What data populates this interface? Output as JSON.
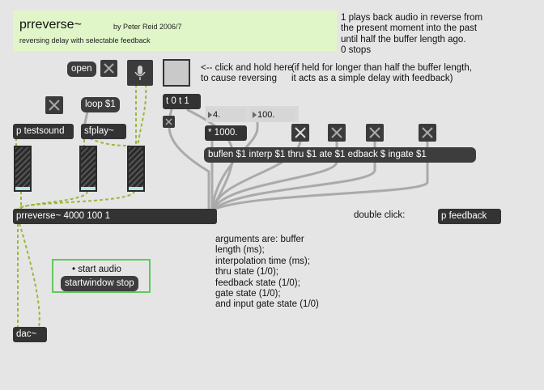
{
  "header": {
    "title": "prreverse~",
    "author": "by Peter Reid 2006/7",
    "subtitle": "reversing delay with selectable feedback"
  },
  "notes": {
    "playback_info": "1 plays back audio in reverse from\nthe present moment into the past\nuntil half the buffer length ago.\n0 stops",
    "click_hint": "<-- click and hold here\nto cause reversing",
    "held_hint": "(if held for longer than half the buffer length,\nit acts as a simple delay with feedback)",
    "arguments": "arguments are: buffer\nlength (ms);\ninterpolation time (ms);\nthru state (1/0);\nfeedback state (1/0);\ngate state (1/0);\nand input gate state (1/0)",
    "double_click": "double click:"
  },
  "objects": {
    "open": "open",
    "loop": "loop $1",
    "testsound": "p testsound",
    "sfplay": "sfplay~",
    "trigger": "t 0 t 1",
    "multiply": "* 1000.",
    "messages": "buflen $1 interp $1 thru $1  ate $1  edback $  ingate $1",
    "prreverse": "prreverse~ 4000 100 1",
    "feedback": "p feedback",
    "start_audio": "• start audio",
    "startwindow": "startwindow stop",
    "dac": "dac~"
  },
  "numbers": {
    "num1": "4.",
    "num2": "100."
  },
  "icons": {
    "mic": "microphone-icon"
  },
  "colors": {
    "background": "#e5e5e5",
    "header_panel": "#e0f6c8",
    "object_box": "#333333",
    "signal_cord": "#9ab83a",
    "control_cord": "#aaaaaa",
    "startwindow_border": "#5fc85f",
    "gain_bottom": "#b9e3ea"
  }
}
